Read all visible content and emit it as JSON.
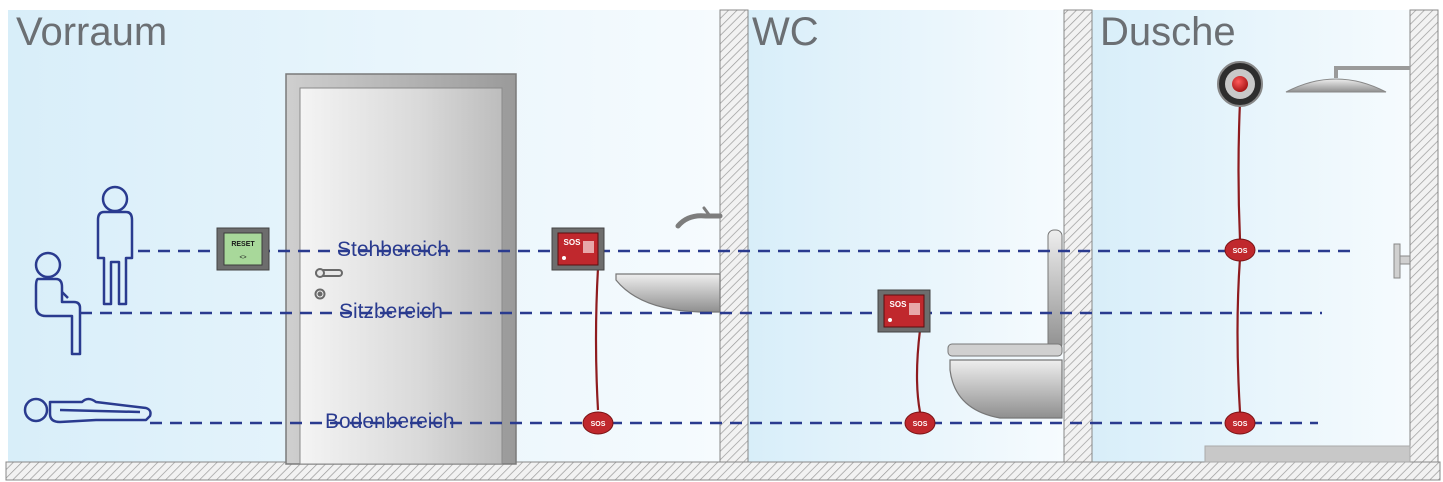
{
  "rooms": {
    "vorraum": "Vorraum",
    "wc": "WC",
    "dusche": "Dusche"
  },
  "zones": {
    "stehbereich": "Stehbereich",
    "sitzbereich": "Sitzbereich",
    "bodenbereich": "Bodenbereich"
  },
  "devices": {
    "reset_label": "RESET",
    "sos_label": "SOS"
  },
  "colors": {
    "room_bg": "#e3f3fb",
    "zone_line": "#2a3b8f",
    "sos_red": "#c0282d",
    "cord_red": "#8e1b1e",
    "wall_hatch": "#9a9a9a",
    "label_grey": "#6b6f73"
  },
  "icons": [
    "standing-person-icon",
    "sitting-person-icon",
    "lying-person-icon",
    "door-handle-icon",
    "faucet-icon",
    "shower-head-icon",
    "toilet-icon",
    "sink-icon"
  ]
}
